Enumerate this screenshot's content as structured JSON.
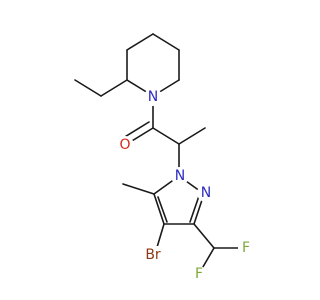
{
  "diagram": {
    "type": "skeletal-structure",
    "atoms": {
      "n_piperidine": {
        "label": "N",
        "color": "#2d2dbf"
      },
      "o_carbonyl": {
        "label": "O",
        "color": "#d42a1e"
      },
      "n1_pyrazole": {
        "label": "N",
        "color": "#2d2dbf"
      },
      "n2_pyrazole": {
        "label": "N",
        "color": "#2d2dbf"
      },
      "br": {
        "label": "Br",
        "color": "#8b3a12"
      },
      "f1": {
        "label": "F",
        "color": "#7fa83a"
      },
      "f2": {
        "label": "F",
        "color": "#7fa83a"
      }
    }
  }
}
